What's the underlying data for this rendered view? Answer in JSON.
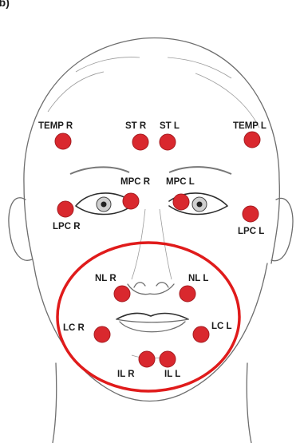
{
  "figure_label": "(b)",
  "colors": {
    "marker": "#d9282e",
    "highlight_ring": "#e01b1b",
    "line_art": "#6d6d6d",
    "label_text": "#1c1c1c"
  },
  "points": [
    {
      "id": "temp-r",
      "label": "TEMP R"
    },
    {
      "id": "st-r",
      "label": "ST R"
    },
    {
      "id": "st-l",
      "label": "ST L"
    },
    {
      "id": "temp-l",
      "label": "TEMP L"
    },
    {
      "id": "mpc-r",
      "label": "MPC R"
    },
    {
      "id": "mpc-l",
      "label": "MPC L"
    },
    {
      "id": "lpc-r",
      "label": "LPC R"
    },
    {
      "id": "lpc-l",
      "label": "LPC L"
    },
    {
      "id": "nl-r",
      "label": "NL R"
    },
    {
      "id": "nl-l",
      "label": "NL L"
    },
    {
      "id": "lc-r",
      "label": "LC R"
    },
    {
      "id": "lc-l",
      "label": "LC L"
    },
    {
      "id": "il-r",
      "label": "IL R"
    },
    {
      "id": "il-l",
      "label": "IL L"
    }
  ]
}
